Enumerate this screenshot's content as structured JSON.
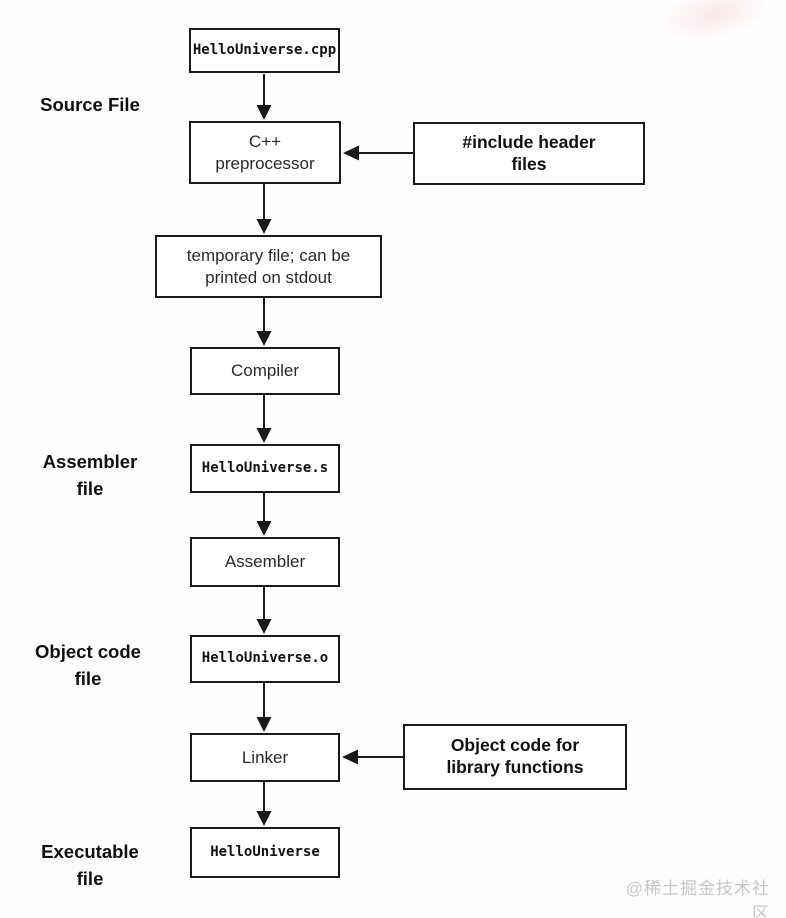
{
  "colors": {
    "box_border": "#1a1a1a",
    "box_fill": "#ffffff",
    "text": "#1a1a1a",
    "arrow": "#1a1a1a",
    "watermark": "#c7c7c7",
    "background": "#fdfdfd"
  },
  "flowchart": {
    "nodes": {
      "source_file": {
        "label": "HelloUniverse.cpp"
      },
      "preprocessor": {
        "label": "C++\npreprocessor"
      },
      "include_headers": {
        "label": "#include header\nfiles"
      },
      "temp_file": {
        "label": "temporary file; can be\nprinted on stdout"
      },
      "compiler": {
        "label": "Compiler"
      },
      "assembler_output": {
        "label": "HelloUniverse.s"
      },
      "assembler": {
        "label": "Assembler"
      },
      "object_file": {
        "label": "HelloUniverse.o"
      },
      "linker": {
        "label": "Linker"
      },
      "library_objects": {
        "label": "Object code for\nlibrary functions"
      },
      "executable": {
        "label": "HelloUniverse"
      }
    },
    "stage_labels": {
      "source": "Source File",
      "assembler": "Assembler\nfile",
      "object": "Object code\nfile",
      "executable": "Executable\nfile"
    },
    "watermark": "@稀土掘金技术社区"
  }
}
